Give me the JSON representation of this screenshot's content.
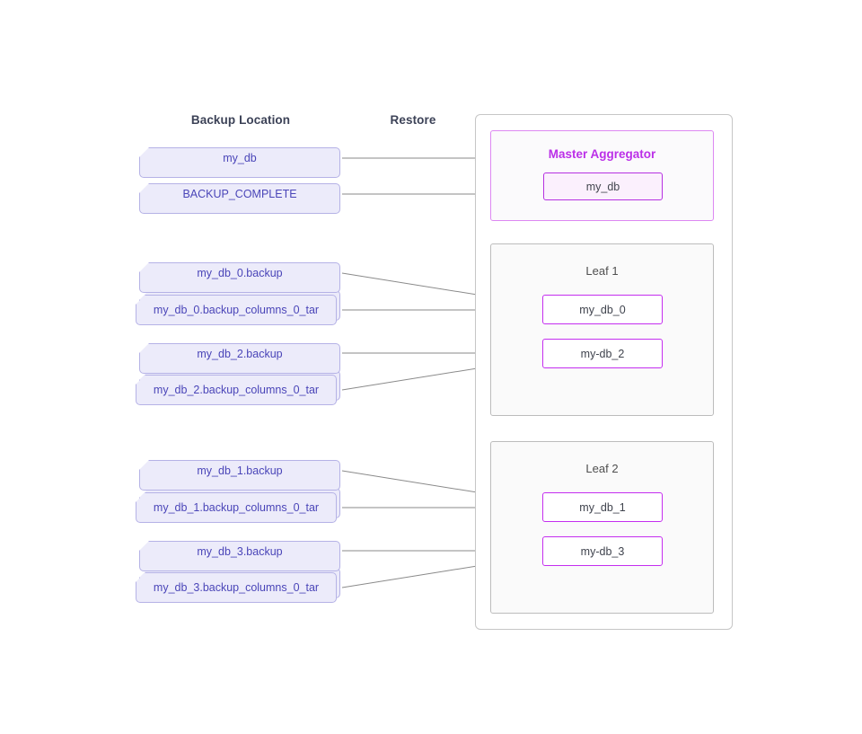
{
  "headings": {
    "backup_location": "Backup Location",
    "restore": "Restore"
  },
  "colors": {
    "file_fill": "#ecebfa",
    "file_border": "#b5b2e6",
    "file_text": "#4a45b8",
    "master_border": "#dd88f2",
    "master_title": "#bb2fe8",
    "master_db_border": "#b631e2",
    "master_db_fill": "#fbf0fd",
    "leaf_border": "#bcbcbc",
    "leaf_db_border": "#c42ef0",
    "connector": "#8a8a8a",
    "heading_text": "#3c4257"
  },
  "backup_files": [
    {
      "label": "my_db",
      "stacked": false
    },
    {
      "label": "BACKUP_COMPLETE",
      "stacked": false
    },
    {
      "label": "my_db_0.backup",
      "stacked": false
    },
    {
      "label": "my_db_0.backup_columns_0_tar",
      "stacked": true
    },
    {
      "label": "my_db_2.backup",
      "stacked": false
    },
    {
      "label": "my_db_2.backup_columns_0_tar",
      "stacked": true
    },
    {
      "label": "my_db_1.backup",
      "stacked": false
    },
    {
      "label": "my_db_1.backup_columns_0_tar",
      "stacked": true
    },
    {
      "label": "my_db_3.backup",
      "stacked": false
    },
    {
      "label": "my_db_3.backup_columns_0_tar",
      "stacked": true
    }
  ],
  "nodes": [
    {
      "title": "Master Aggregator",
      "kind": "master",
      "databases": [
        "my_db"
      ]
    },
    {
      "title": "Leaf 1",
      "kind": "leaf",
      "databases": [
        "my_db_0",
        "my-db_2"
      ]
    },
    {
      "title": "Leaf 2",
      "kind": "leaf",
      "databases": [
        "my_db_1",
        "my-db_3"
      ]
    }
  ]
}
